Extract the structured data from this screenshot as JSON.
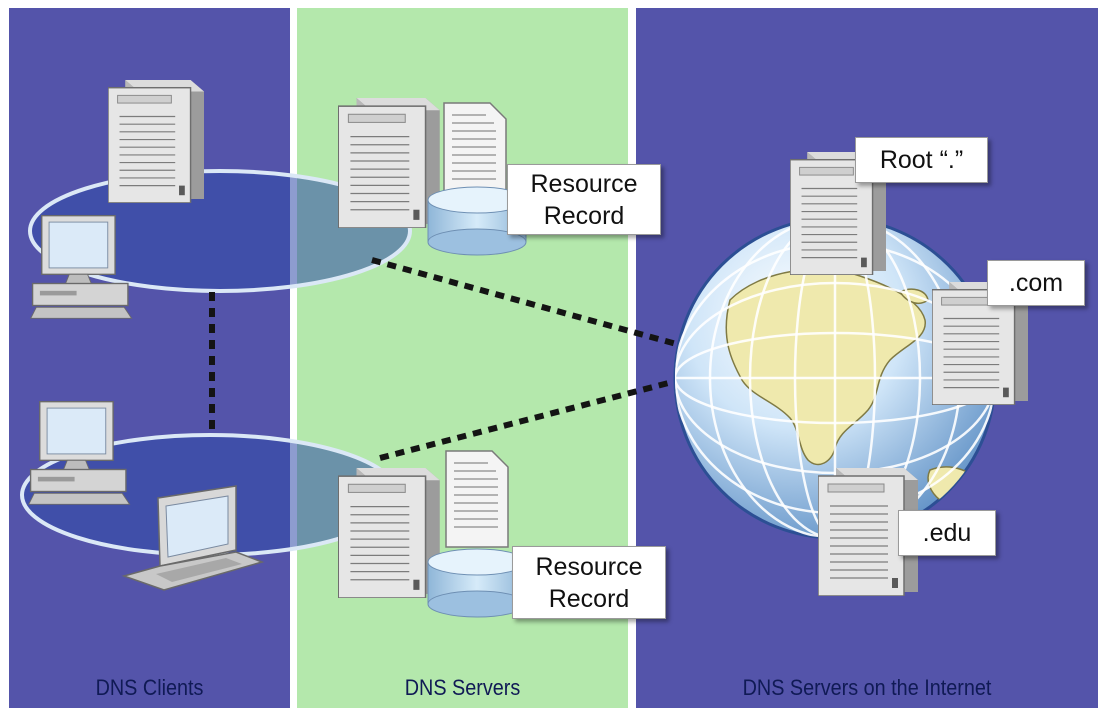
{
  "columns": {
    "clients": {
      "label": "DNS Clients",
      "color": "#5454aa"
    },
    "servers": {
      "label": "DNS Servers",
      "color": "#b4e8ac"
    },
    "internet": {
      "label": "DNS Servers on the Internet",
      "color": "#5454aa"
    }
  },
  "servers": {
    "upper": {
      "label_line1": "Resource",
      "label_line2": "Record"
    },
    "lower": {
      "label_line1": "Resource",
      "label_line2": "Record"
    }
  },
  "internet_servers": {
    "root": {
      "label": "Root “.”"
    },
    "com": {
      "label": ".com"
    },
    "edu": {
      "label": ".edu"
    }
  },
  "icons": [
    "server-tower-icon",
    "desktop-computer-icon",
    "laptop-icon",
    "document-icon",
    "database-icon",
    "globe-icon"
  ]
}
